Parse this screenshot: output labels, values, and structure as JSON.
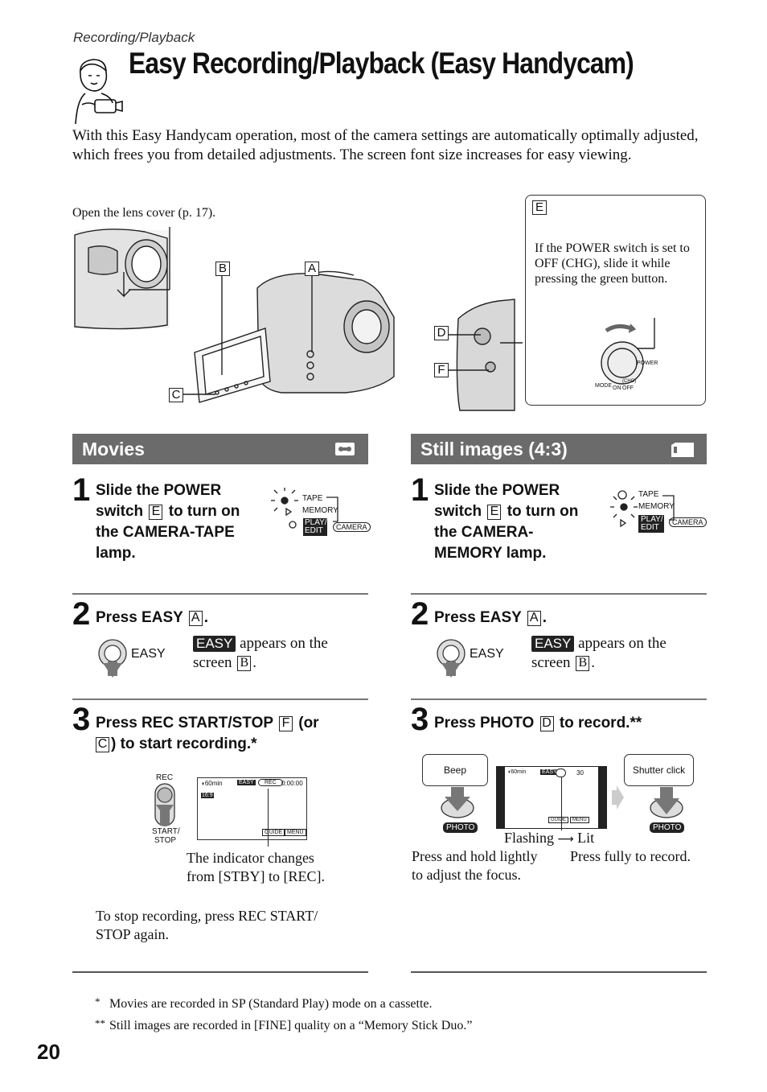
{
  "header": {
    "section": "Recording/Playback",
    "title": "Easy Recording/Playback (Easy Handycam)"
  },
  "intro": "With this Easy Handycam operation, most of the camera settings are automatically optimally adjusted, which frees you from detailed adjustments. The screen font size increases for easy viewing.",
  "figure": {
    "lens_caption": "Open the lens cover (p. 17).",
    "labels": {
      "a": "A",
      "b": "B",
      "c": "C",
      "d": "D",
      "e": "E",
      "f": "F"
    },
    "callout_label": "E",
    "callout_text": "If the POWER switch is set to OFF (CHG), slide it while pressing the green button.",
    "switch_power": "POWER",
    "switch_mode": "MODE",
    "switch_on": "ON",
    "switch_off": "OFF",
    "switch_chg": "(CHG)"
  },
  "lamp": {
    "tape": "TAPE",
    "memory": "MEMORY",
    "play": "PLAY/",
    "edit": "EDIT",
    "camera": "CAMERA"
  },
  "movies": {
    "heading": "Movies",
    "step1": {
      "num": "1",
      "line1": "Slide the POWER",
      "line2a": "switch",
      "box": "E",
      "line2b": "to turn on",
      "line3": "the CAMERA-TAPE",
      "line4": "lamp."
    },
    "step2": {
      "num": "2",
      "text": "Press EASY",
      "box": "A",
      "end": ".",
      "button": "EASY",
      "badge": "EASY",
      "appears": "appears on the",
      "screen": "screen",
      "box2": "B",
      "end2": "."
    },
    "step3": {
      "num": "3",
      "text1": "Press REC START/STOP",
      "box1": "F",
      "text2": "(or",
      "box2": "C",
      "text3": ") to start recording.*",
      "rec": "REC",
      "start": "START/",
      "stop": "STOP",
      "lcd_bat": "60min",
      "lcd_easy": "EASY",
      "lcd_rec": "REC",
      "lcd_time": "0:00:00",
      "lcd_wide": "16:9",
      "lcd_guide": "GUIDE",
      "lcd_menu": "MENU",
      "note1": "The indicator changes",
      "note2": "from [STBY] to [REC]."
    },
    "stop_note1": "To stop recording, press REC START/",
    "stop_note2": "STOP again."
  },
  "stills": {
    "heading": "Still images (4:3)",
    "step1": {
      "num": "1",
      "line1": "Slide the POWER",
      "line2a": "switch",
      "box": "E",
      "line2b": "to turn on",
      "line3": "the CAMERA-",
      "line4": "MEMORY lamp."
    },
    "step2": {
      "num": "2",
      "text": "Press EASY",
      "box": "A",
      "end": ".",
      "button": "EASY",
      "badge": "EASY",
      "appears": "appears on the",
      "screen": "screen",
      "box2": "B",
      "end2": "."
    },
    "step3": {
      "num": "3",
      "text": "Press PHOTO",
      "box": "D",
      "text2": "to record.**",
      "beep": "Beep",
      "shutter": "Shutter click",
      "photo": "PHOTO",
      "lcd_bat": "60min",
      "lcd_easy": "EASY",
      "lcd_count": "30",
      "lcd_guide": "GUIDE",
      "lcd_menu": "MENU",
      "flashing": "Flashing",
      "lit": "Lit",
      "half1": "Press and hold lightly",
      "half2": "to adjust the focus.",
      "full": "Press fully to record."
    }
  },
  "footnotes": [
    {
      "mark": "*",
      "text": "Movies are recorded in SP (Standard Play) mode on a cassette."
    },
    {
      "mark": "**",
      "text": "Still images are recorded in [FINE] quality on a “Memory Stick Duo.”"
    }
  ],
  "page_number": "20"
}
